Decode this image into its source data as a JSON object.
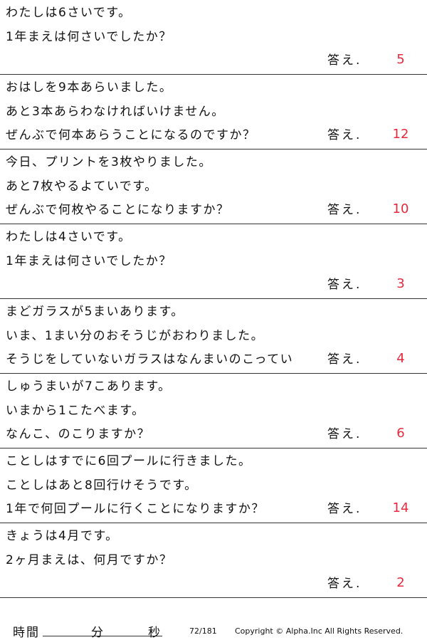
{
  "answer_label": "答え.",
  "colors": {
    "answer": "#e8283c",
    "text": "#111111",
    "rule": "#333333"
  },
  "problems": [
    {
      "lines": [
        "わたしは6さいです。",
        "1年まえは何さいでしたか？",
        ""
      ],
      "answer": "5"
    },
    {
      "lines": [
        "おはしを9本あらいました。",
        "あと3本あらわなければいけません。",
        "ぜんぶで何本あらうことになるのですか？"
      ],
      "answer": "12"
    },
    {
      "lines": [
        "今日、プリントを3枚やりました。",
        "あと7枚やるよていです。",
        "ぜんぶで何枚やることになりますか？"
      ],
      "answer": "10"
    },
    {
      "lines": [
        "わたしは4さいです。",
        "1年まえは何さいでしたか？",
        ""
      ],
      "answer": "3"
    },
    {
      "lines": [
        "まどガラスが5まいあります。",
        "いま、1まい分のおそうじがおわりました。",
        "そうじをしていないガラスはなんまいのこってい"
      ],
      "answer": "4"
    },
    {
      "lines": [
        "しゅうまいが7こあります。",
        "いまから1こたべます。",
        "なんこ、のこりますか？"
      ],
      "answer": "6"
    },
    {
      "lines": [
        "ことしはすでに6回プールに行きました。",
        "ことしはあと8回行けそうです。",
        "1年で何回プールに行くことになりますか？"
      ],
      "answer": "14"
    },
    {
      "lines": [
        "きょうは4月です。",
        "2ヶ月まえは、何月ですか？",
        ""
      ],
      "answer": "2"
    }
  ],
  "footer": {
    "time_label": "時間",
    "minutes_label": "分",
    "seconds_label": "秒",
    "page": "72/181",
    "copyright": "Copyright © Alpha.Inc All Rights Reserved."
  }
}
